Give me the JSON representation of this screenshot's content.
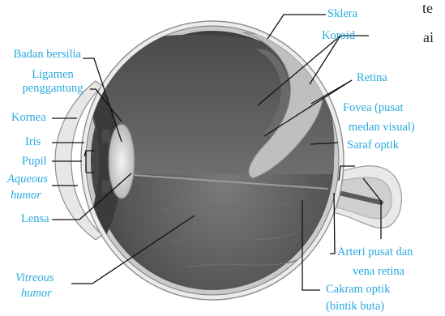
{
  "labels": {
    "sklera": "Sklera",
    "koroid": "Koroid",
    "badan_bersilia": "Badan bersilia",
    "ligamen_1": "Ligamen",
    "ligamen_2": "penggantung",
    "kornea": "Kornea",
    "iris": "Iris",
    "pupil": "Pupil",
    "aqueous_1": "Aqueous",
    "aqueous_2": "humor",
    "lensa": "Lensa",
    "vitreous_1": "Vitreous",
    "vitreous_2": "humor",
    "retina": "Retina",
    "fovea_1": "Fovea (pusat",
    "fovea_2": "medan visual)",
    "saraf_optik": "Saraf optik",
    "arteri_1": "Arteri pusat dan",
    "arteri_2": "vena retina",
    "cakram_1": "Cakram optik",
    "cakram_2": "(bintik buta)"
  },
  "page_fragment": {
    "line1": "te",
    "line2": "ai"
  },
  "colors": {
    "label": "#2aa9e0",
    "leader": "#111111",
    "eye_outer": "#e4e4e4",
    "eye_inner": "#5a5a5a"
  }
}
